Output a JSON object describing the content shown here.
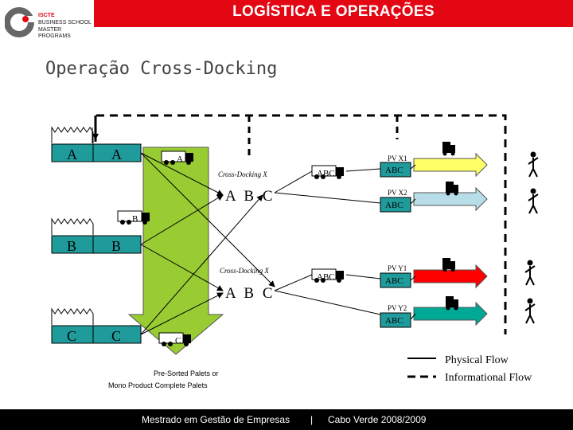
{
  "header": {
    "title": "LOGÍSTICA E OPERAÇÕES"
  },
  "logo": {
    "line1": "ISCTE",
    "line2": "BUSINESS SCHOOL",
    "line3": "MASTER PROGRAMS"
  },
  "page_title": "Operação Cross-Docking",
  "diagram": {
    "suppliers": [
      {
        "label": "A",
        "color": "#1f9b9b"
      },
      {
        "label": "B",
        "color": "#1f9b9b"
      },
      {
        "label": "C",
        "color": "#1f9b9b"
      }
    ],
    "warehouse_labels": [
      "A",
      "B",
      "C"
    ],
    "truck_labels": [
      "A",
      "B",
      "C"
    ],
    "cross_docking_label_1": "Cross-Docking X",
    "cross_docking_label_2": "Cross-Docking X",
    "mixed_label_1": "A B C",
    "mixed_label_2": "A B C",
    "outbound_truck_label_1": "ABC",
    "outbound_truck_label_2": "ABC",
    "points_of_sale": [
      {
        "name": "PV X1",
        "label": "ABC",
        "arrow_color": "#ffff66"
      },
      {
        "name": "PV X2",
        "label": "ABC",
        "arrow_color": "#b7dde8"
      },
      {
        "name": "PV Y1",
        "label": "ABC",
        "arrow_color": "#ff0000"
      },
      {
        "name": "PV Y2",
        "label": "ABC",
        "arrow_color": "#00a896"
      }
    ],
    "big_arrow_color": "#99cc33",
    "pallet_note_line1": "Pre-Sorted Palets or",
    "pallet_note_line2": "Mono Product Complete Palets",
    "legend": {
      "physical": "Physical Flow",
      "informational": "Informational Flow"
    }
  },
  "footer": {
    "left": "Mestrado em Gestão de Empresas",
    "separator": "|",
    "right": "Cabo Verde 2008/2009"
  }
}
